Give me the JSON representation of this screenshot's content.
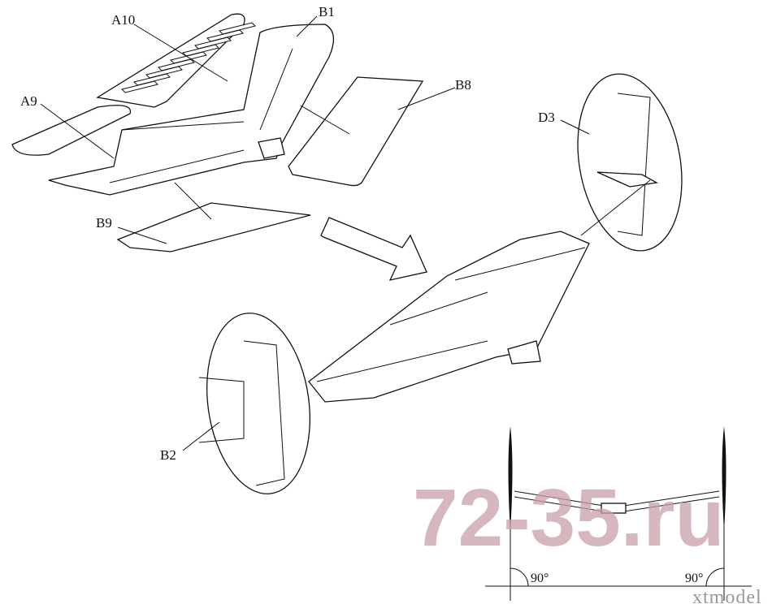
{
  "labels": {
    "a10": "A10",
    "b1": "B1",
    "a9": "A9",
    "b8": "B8",
    "d3": "D3",
    "b9": "B9",
    "b2": "B2"
  },
  "angles": {
    "left": "90°",
    "right": "90°"
  },
  "watermark": {
    "main": "72-35.ru",
    "secondary": "xtmodel"
  }
}
